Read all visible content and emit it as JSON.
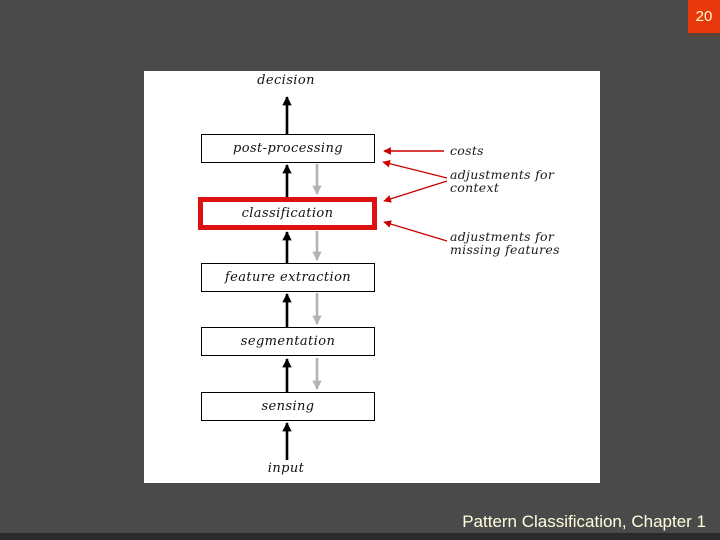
{
  "page_number": "20",
  "footer": "Pattern Classification, Chapter 1",
  "figure": {
    "top_label": "decision",
    "bottom_label": "input",
    "boxes": [
      {
        "label": "post-processing",
        "highlighted": false
      },
      {
        "label": "classification",
        "highlighted": true
      },
      {
        "label": "feature extraction",
        "highlighted": false
      },
      {
        "label": "segmentation",
        "highlighted": false
      },
      {
        "label": "sensing",
        "highlighted": false
      }
    ],
    "annotations": [
      {
        "label": "costs"
      },
      {
        "label": "adjustments for\ncontext"
      },
      {
        "label": "adjustments for\nmissing features"
      }
    ]
  },
  "colors": {
    "slide_background": "#4a4a4a",
    "bottom_strip": "#2b2b2b",
    "page_badge_background": "#e8380c",
    "page_badge_text": "#ffffcc",
    "footer_text": "#ffffdd",
    "highlight_border": "#dd1111",
    "annotation_arrow": "#cc0000",
    "feedback_arrow_gray": "#b3b3b3",
    "flow_arrow_black": "#000000"
  }
}
